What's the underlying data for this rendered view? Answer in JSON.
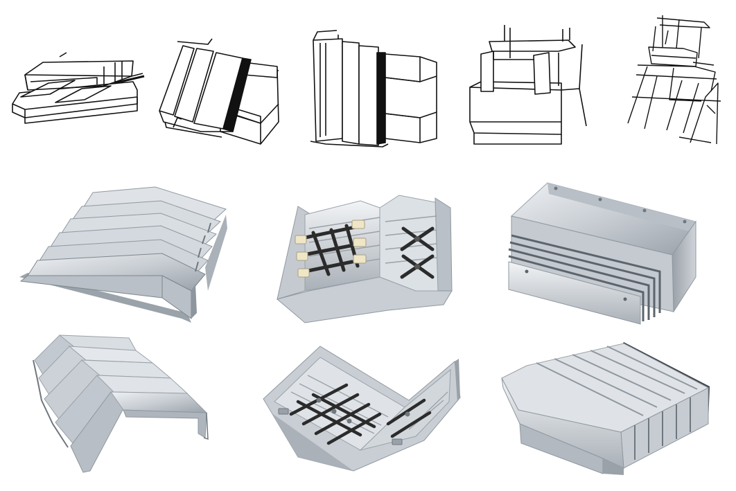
{
  "page": {
    "background": "#ffffff"
  },
  "palette": {
    "line": "#111111",
    "steel_light": "#e4e8ec",
    "steel_mid": "#c3c9d0",
    "steel_dark": "#8f979f",
    "steel_shadow": "#5c646c",
    "bellows_black": "#2b2b2b",
    "plastic_cream": "#efe6c8"
  },
  "drawings": [
    {
      "id": "drawing-1",
      "icon": "flat-telescopic-cover-sketch"
    },
    {
      "id": "drawing-2",
      "icon": "inclined-telescopic-cover-sketch"
    },
    {
      "id": "drawing-3",
      "icon": "vertical-telescopic-cover-sketch"
    },
    {
      "id": "drawing-4",
      "icon": "column-telescopic-cover-sketch"
    },
    {
      "id": "drawing-5",
      "icon": "stepped-telescopic-cover-sketch"
    }
  ],
  "photos": [
    {
      "id": "photo-1",
      "icon": "roof-shaped-way-cover"
    },
    {
      "id": "photo-2",
      "icon": "v-shaped-cover-with-scissor-links"
    },
    {
      "id": "photo-3",
      "icon": "box-shaped-telescopic-cover"
    },
    {
      "id": "photo-4",
      "icon": "gable-way-cover-open-frame"
    },
    {
      "id": "photo-5",
      "icon": "v-shaped-cover-with-scissor-links-angled"
    },
    {
      "id": "photo-6",
      "icon": "flat-telescopic-way-cover"
    }
  ]
}
